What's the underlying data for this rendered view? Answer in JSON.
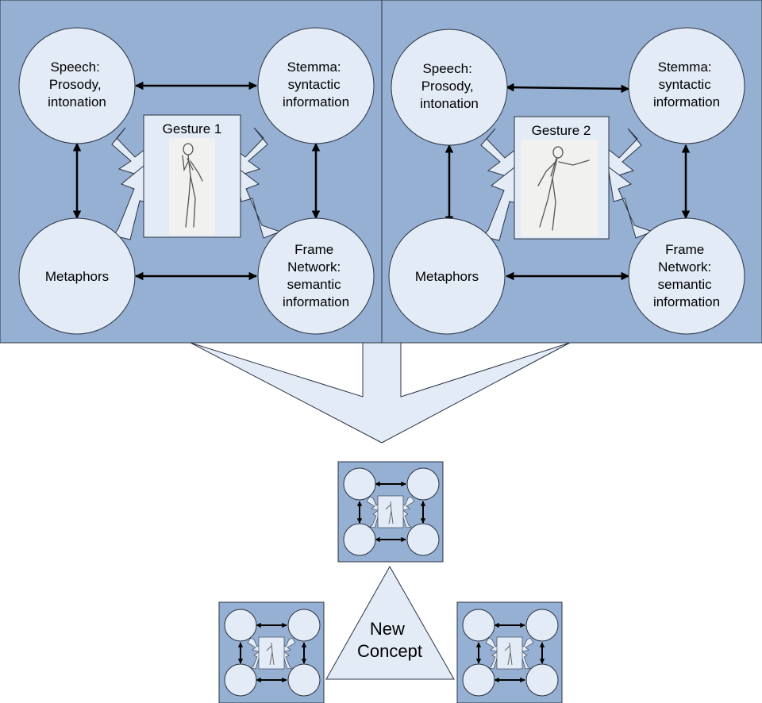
{
  "panels": [
    {
      "gesture_label": "Gesture 1",
      "nodes": {
        "speech": [
          "Speech:",
          "Prosody,",
          "intonation"
        ],
        "stemma": [
          "Stemma:",
          "syntactic",
          "information"
        ],
        "metaphors": [
          "Metaphors"
        ],
        "frame": [
          "Frame",
          "Network:",
          "semantic",
          "information"
        ]
      }
    },
    {
      "gesture_label": "Gesture 2",
      "nodes": {
        "speech": [
          "Speech:",
          "Prosody,",
          "intonation"
        ],
        "stemma": [
          "Stemma:",
          "syntactic",
          "information"
        ],
        "metaphors": [
          "Metaphors"
        ],
        "frame": [
          "Frame",
          "Network:",
          "semantic",
          "information"
        ]
      }
    }
  ],
  "concept": {
    "label_lines": [
      "New",
      "Concept"
    ]
  },
  "colors": {
    "panel_fill": "#95b0d2",
    "node_fill": "#e3ebf6",
    "stroke": "#2b3344",
    "arrow": "#000000",
    "gesture_bg": "#e3ebf6",
    "sketch_bg": "#f1f1ef"
  }
}
